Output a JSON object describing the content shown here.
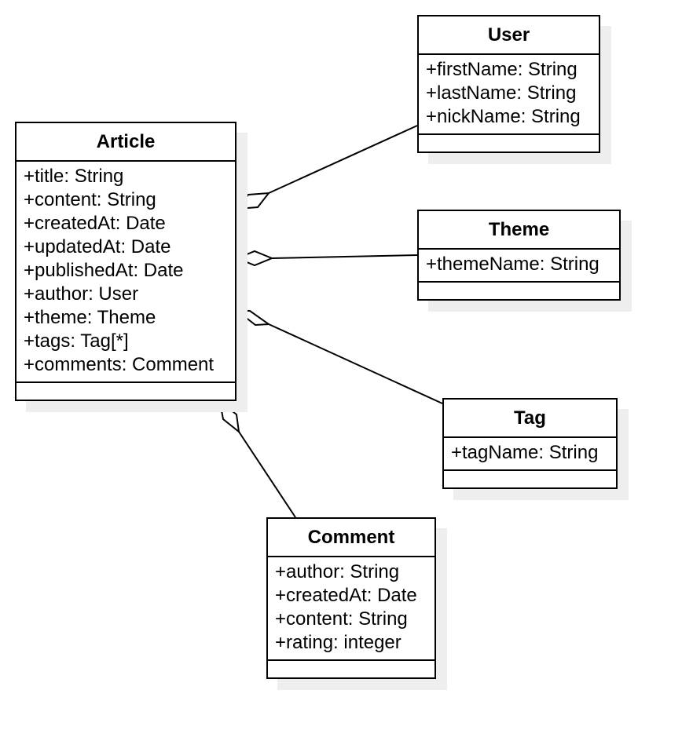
{
  "diagram": {
    "classes": {
      "article": {
        "name": "Article",
        "attributes": [
          "+title: String",
          "+content: String",
          "+createdAt: Date",
          "+updatedAt: Date",
          "+publishedAt: Date",
          "+author: User",
          "+theme: Theme",
          "+tags: Tag[*]",
          "+comments: Comment"
        ]
      },
      "user": {
        "name": "User",
        "attributes": [
          "+firstName: String",
          "+lastName: String",
          "+nickName: String"
        ]
      },
      "theme": {
        "name": "Theme",
        "attributes": [
          "+themeName: String"
        ]
      },
      "tag": {
        "name": "Tag",
        "attributes": [
          "+tagName: String"
        ]
      },
      "comment": {
        "name": "Comment",
        "attributes": [
          "+author: String",
          "+createdAt: Date",
          "+content: String",
          "+rating: integer"
        ]
      }
    },
    "relations": [
      {
        "type": "aggregation",
        "whole": "Article",
        "part": "User"
      },
      {
        "type": "aggregation",
        "whole": "Article",
        "part": "Theme"
      },
      {
        "type": "aggregation",
        "whole": "Article",
        "part": "Tag"
      },
      {
        "type": "aggregation",
        "whole": "Article",
        "part": "Comment"
      }
    ]
  }
}
